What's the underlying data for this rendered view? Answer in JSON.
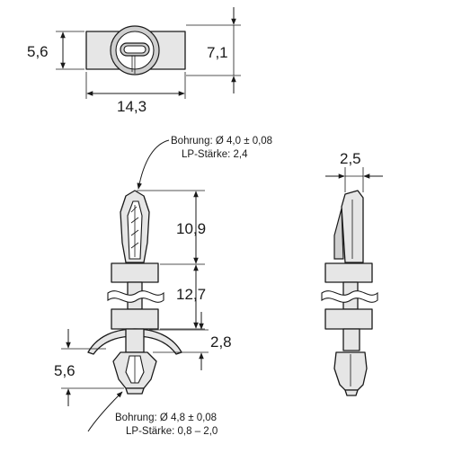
{
  "dimensions": {
    "top_height": "5,6",
    "top_width_right": "7,1",
    "top_length": "14,3",
    "side_width": "2,5",
    "upper_length": "10,9",
    "middle_length": "12,7",
    "lower_short": "2,8",
    "lower_height": "5,6"
  },
  "notes": {
    "upper_bore": "Bohrung: Ø 4,0 ± 0,08",
    "upper_thickness": "LP-Stärke:  2,4",
    "lower_bore": "Bohrung: Ø 4,8 ± 0,08",
    "lower_thickness": "LP-Stärke:  0,8 – 2,0"
  }
}
